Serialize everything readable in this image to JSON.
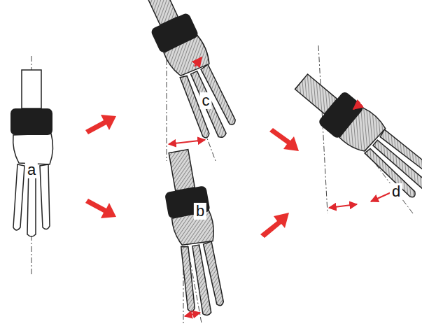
{
  "diagram": {
    "labels": [
      "a",
      "c",
      "b",
      "d"
    ]
  }
}
